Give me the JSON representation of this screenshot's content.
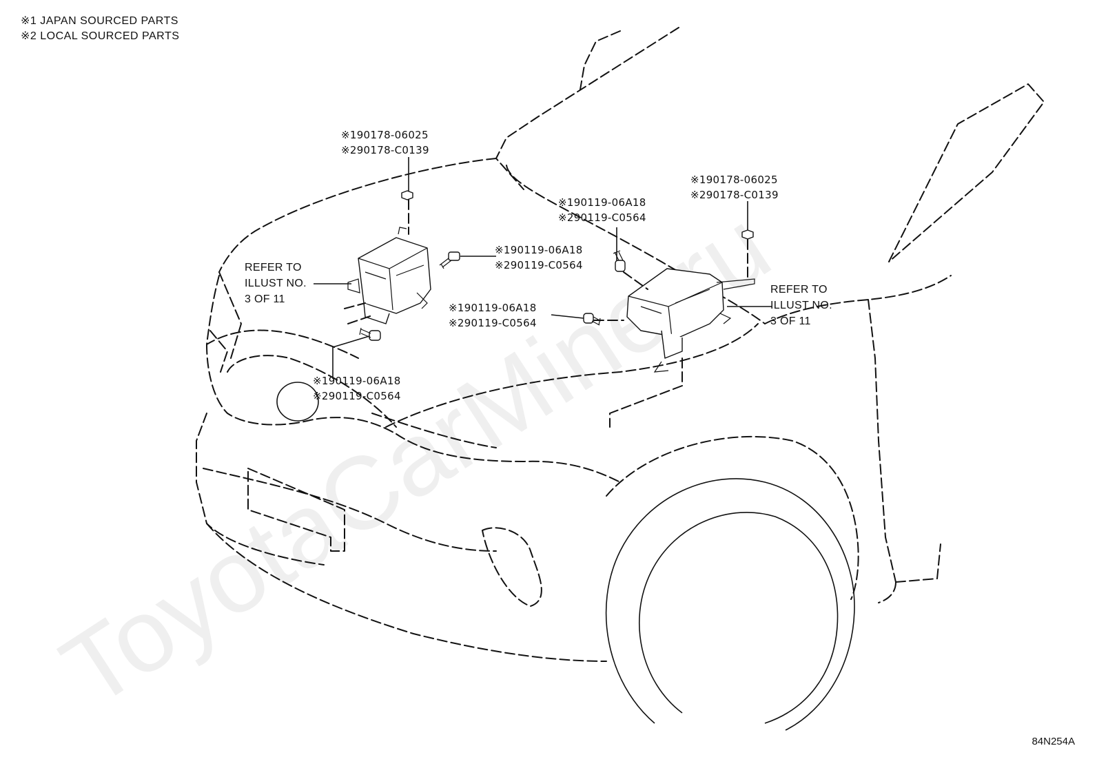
{
  "legend": {
    "line1": "※1 JAPAN SOURCED PARTS",
    "line2": "※2 LOCAL SOURCED PARTS"
  },
  "callouts": {
    "nut_left": {
      "japan": "※190178-06025",
      "local": "※290178-C0139"
    },
    "bolt_left_upper": {
      "japan": "※190119-06A18",
      "local": "※290119-C0564"
    },
    "bolt_left_lower": {
      "japan": "※190119-06A18",
      "local": "※290119-C0564"
    },
    "bolt_center_upper": {
      "japan": "※190119-06A18",
      "local": "※290119-C0564"
    },
    "bolt_center_lower": {
      "japan": "※190119-06A18",
      "local": "※290119-C0564"
    },
    "nut_right": {
      "japan": "※190178-06025",
      "local": "※290178-C0139"
    }
  },
  "refer_left": {
    "l1": "REFER TO",
    "l2": "ILLUST NO.",
    "l3": "3 OF 11"
  },
  "refer_right": {
    "l1": "REFER TO",
    "l2": "ILLUST NO.",
    "l3": "3 OF 11"
  },
  "drawing_code": "84N254A",
  "watermark": "ToyotaCarMine.ru"
}
